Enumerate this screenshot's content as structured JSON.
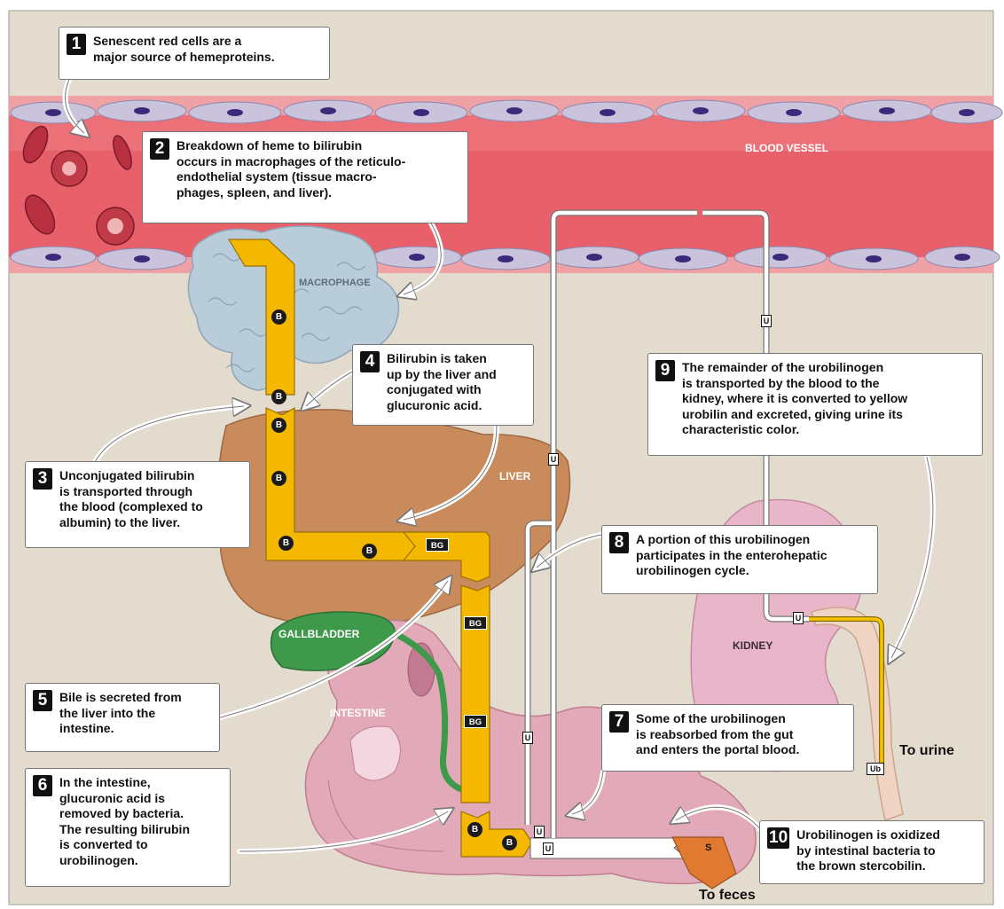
{
  "steps": [
    {
      "num": "1",
      "lines": [
        "Senescent red cells are a",
        "major source of hemeproteins."
      ]
    },
    {
      "num": "2",
      "lines": [
        "Breakdown of heme to bilirubin",
        "occurs in macrophages of the reticulo-",
        "endothelial system (tissue macro-",
        "phages, spleen, and liver)."
      ]
    },
    {
      "num": "3",
      "lines": [
        "Unconjugated bilirubin",
        "is transported through",
        "the blood (complexed to",
        "albumin) to the liver."
      ]
    },
    {
      "num": "4",
      "lines": [
        "Bilirubin is taken",
        "up by the liver and",
        "conjugated with",
        "glucuronic acid."
      ]
    },
    {
      "num": "5",
      "lines": [
        "Bile is secreted from",
        "the liver into the",
        "intestine."
      ]
    },
    {
      "num": "6",
      "lines": [
        "In the intestine,",
        "glucuronic acid is",
        "removed by bacteria.",
        "The resulting bilirubin",
        "is converted to",
        "urobilinogen."
      ]
    },
    {
      "num": "7",
      "lines": [
        "Some of the urobilinogen",
        "is reabsorbed from the gut",
        "and enters the portal blood."
      ]
    },
    {
      "num": "8",
      "lines": [
        "A portion of this urobilinogen",
        "participates in the enterohepatic",
        "urobilinogen cycle."
      ]
    },
    {
      "num": "9",
      "lines": [
        "The remainder of the urobilinogen",
        "is transported by the blood to the",
        "kidney, where it is converted to yellow",
        "urobilin and excreted, giving urine its",
        "characteristic color."
      ]
    },
    {
      "num": "10",
      "lines": [
        "Urobilinogen is oxidized",
        "by intestinal bacteria to",
        "the brown stercobilin."
      ]
    }
  ],
  "labels": {
    "blood_vessel": "BLOOD VESSEL",
    "macrophage": "MACROPHAGE",
    "liver": "LIVER",
    "gallbladder": "GALLBLADDER",
    "intestine": "INTESTINE",
    "kidney": "KIDNEY",
    "to_urine": "To urine",
    "to_feces": "To feces"
  },
  "tokens": {
    "bilirubin": "B",
    "bilirubin_glucuronide": "BG",
    "urobilinogen": "U",
    "urobilin": "Ub",
    "stercobilin": "S"
  },
  "colors": {
    "background": "#e4dbcf",
    "vessel": "#e8606a",
    "bile_pathway": "#f5b800",
    "liver": "#c98a5c",
    "gallbladder": "#3e9a4a",
    "intestine": "#e2aab8",
    "kidney": "#e9b6c9",
    "macrophage": "#b9ccd9",
    "stercobilin": "#e07a30"
  }
}
